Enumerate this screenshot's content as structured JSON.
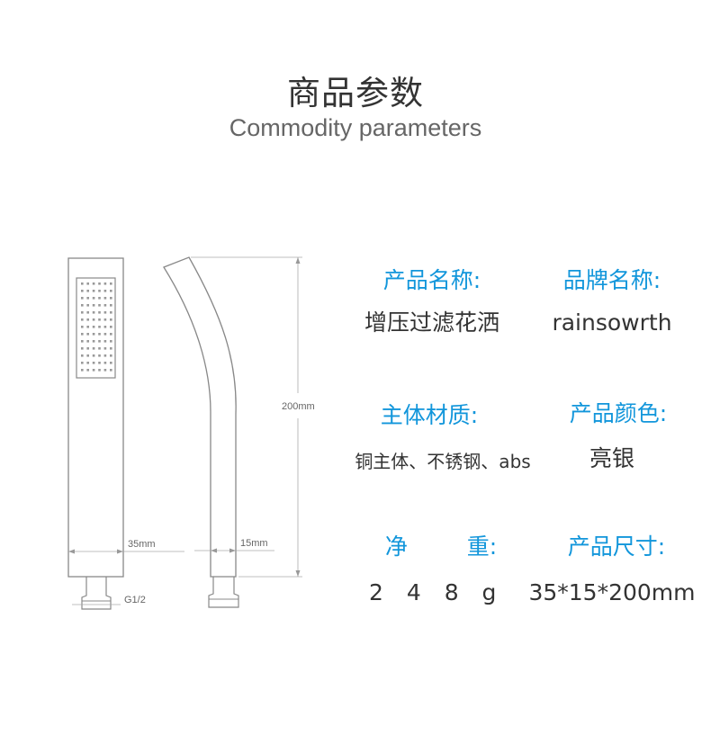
{
  "header": {
    "title_cn": "商品参数",
    "title_en": "Commodity parameters"
  },
  "drawing": {
    "height_dim": "200mm",
    "front_width_dim": "35mm",
    "side_width_dim": "15mm",
    "thread_dim": "G1/2"
  },
  "params": {
    "product_name": {
      "label": "产品名称:",
      "value": "增压过滤花洒"
    },
    "brand_name": {
      "label": "品牌名称:",
      "value": "rainsowrth"
    },
    "material": {
      "label": "主体材质:",
      "value": "铜主体、不锈钢、abs"
    },
    "color": {
      "label": "产品颜色:",
      "value": "亮银"
    },
    "net_weight": {
      "label": "净 重:",
      "value": "2 4 8 g"
    },
    "size": {
      "label": "产品尺寸:",
      "value": "35*15*200mm"
    }
  },
  "colors": {
    "accent": "#1296db",
    "text": "#333333",
    "line": "#888888"
  }
}
